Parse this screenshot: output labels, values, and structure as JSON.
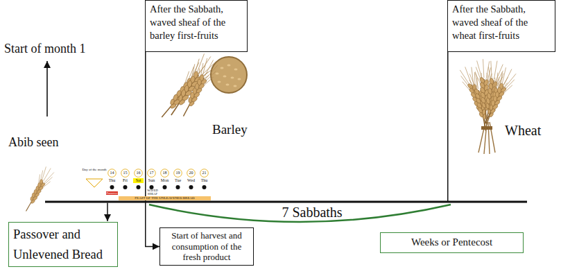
{
  "diagram": {
    "nodes": [
      {
        "text": [
          "After the Sabbath, waved sheaf of the barley first-fruits"
        ]
      },
      {
        "text": [
          "After the Sabbath, waved sheaf of the wheat first-fruits"
        ]
      },
      {
        "text": [
          "Passover and Unlevened Bread"
        ]
      },
      {
        "text": [
          "Start of harvest and consumption of the fresh product"
        ]
      },
      {
        "text": [
          "Weeks or Pentecost"
        ]
      }
    ],
    "edges": [
      {
        "from": 0,
        "to": 3,
        "arrow": "to"
      }
    ],
    "labels": [
      "Start of month 1",
      "Abib seen",
      "Barley",
      "Wheat",
      "Day of the month",
      "14",
      "15",
      "16",
      "17",
      "18",
      "19",
      "20",
      "21",
      "Thu",
      "Fri",
      "Sat",
      "Sun",
      "Mon",
      "Tue",
      "Wed",
      "Thu",
      "Passover",
      "WAVED SHEAF",
      "FEAST OF THE UNLEAVENED BREAD",
      "7 Sabbaths"
    ]
  }
}
